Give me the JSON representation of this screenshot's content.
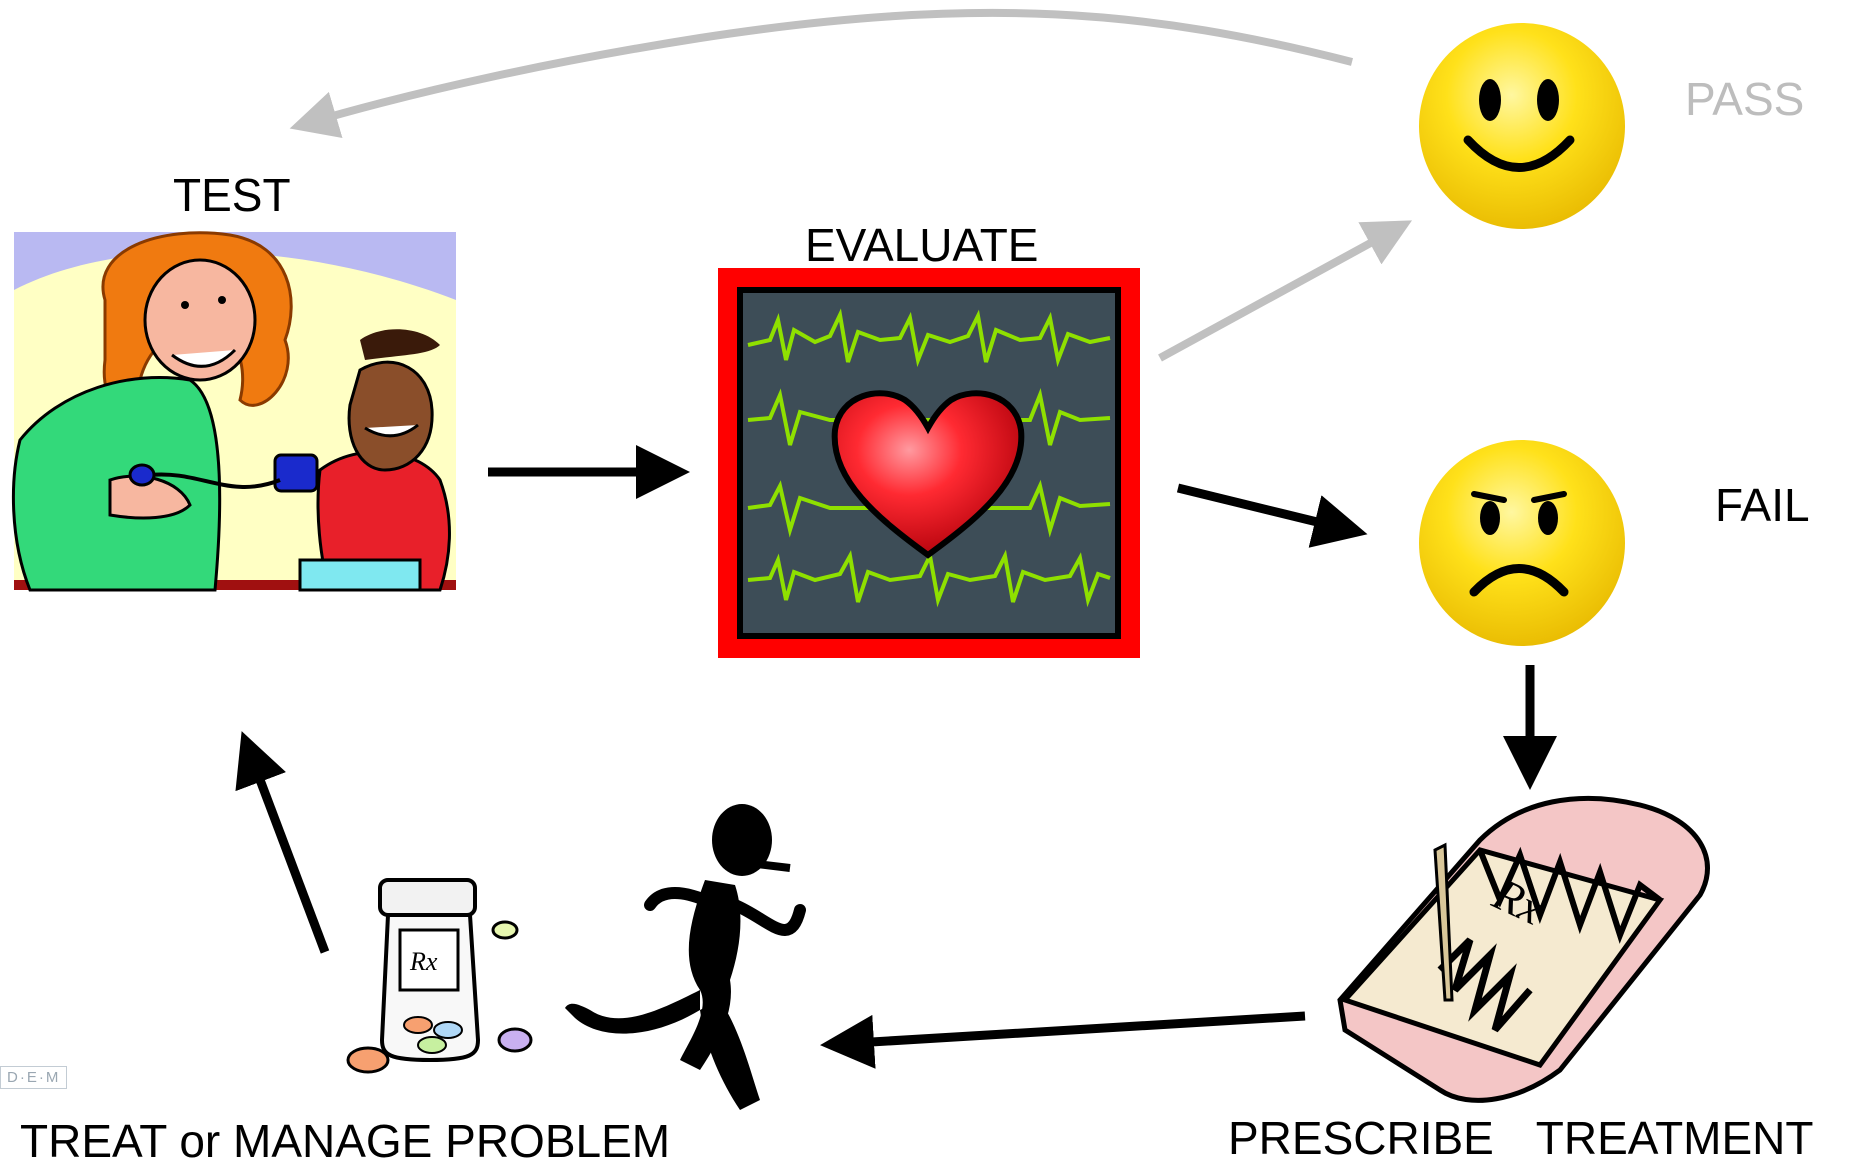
{
  "labels": {
    "test": "TEST",
    "evaluate": "EVALUATE",
    "pass": "PASS",
    "fail": "FAIL",
    "treat": "TREAT or MANAGE PROBLEM",
    "prescribe": "PRESCRIBE TREATMENT"
  },
  "logo": "D·E·M",
  "flow": [
    {
      "from": "test",
      "to": "evaluate"
    },
    {
      "from": "evaluate",
      "to": "pass"
    },
    {
      "from": "evaluate",
      "to": "fail"
    },
    {
      "from": "pass",
      "to": "test"
    },
    {
      "from": "fail",
      "to": "prescribe"
    },
    {
      "from": "prescribe",
      "to": "treat"
    },
    {
      "from": "treat",
      "to": "test"
    }
  ],
  "colors": {
    "arrow": "#000000",
    "pass_arrow": "#c0c0c0",
    "pass_label": "#bdbdbd",
    "smiley": "#f7d400",
    "monitor_frame": "#ff0000",
    "monitor_screen": "#3d4d57",
    "ecg": "#8fe000",
    "heart": "#e8101a"
  },
  "icons": [
    "blood-pressure-test-icon",
    "heart-monitor-icon",
    "happy-face-icon",
    "sad-face-icon",
    "prescription-pad-icon",
    "pill-bottle-icon",
    "running-man-icon"
  ]
}
